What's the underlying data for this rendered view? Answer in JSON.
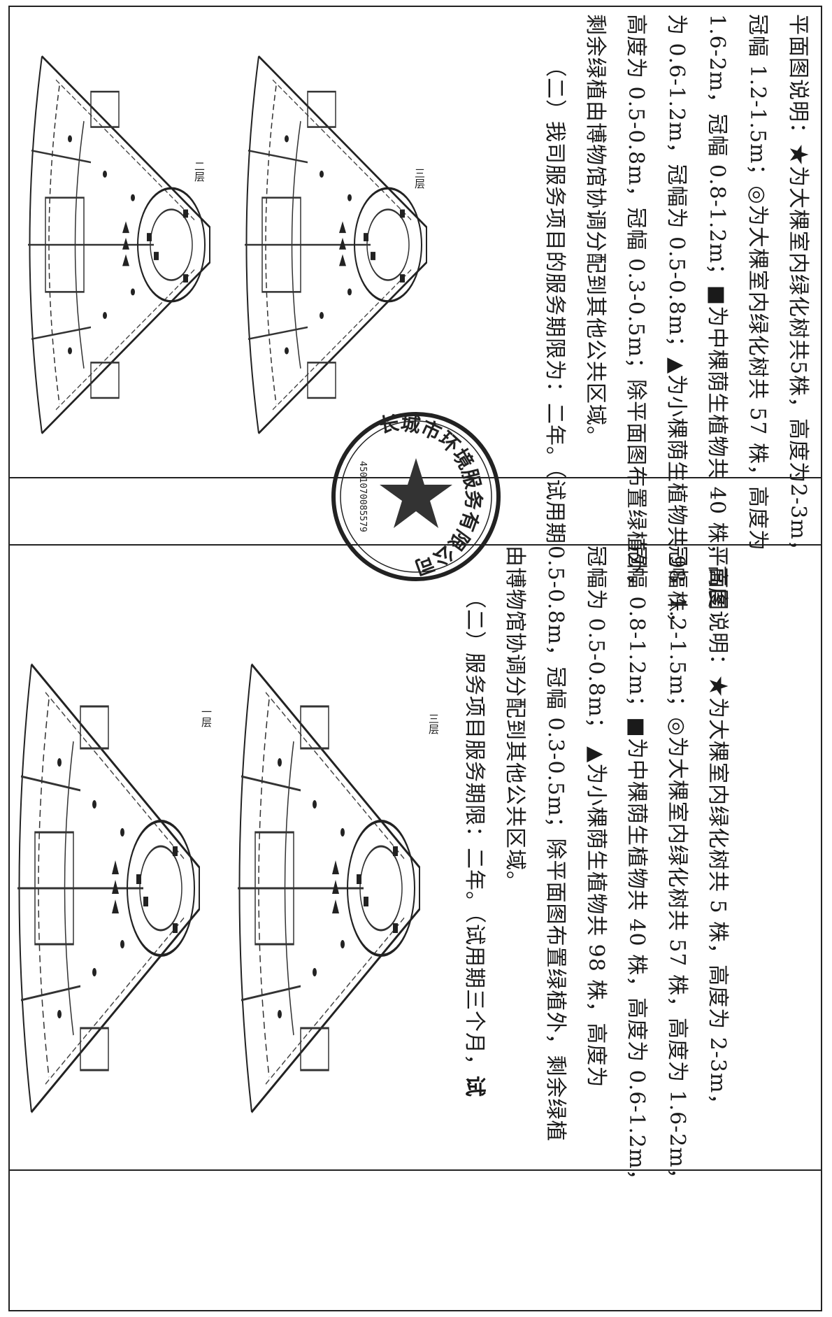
{
  "stamp": {
    "name": "长城市环境服务有限公司",
    "code": "4501070085579"
  },
  "floor_labels": {
    "upper_top": "二层",
    "upper_bottom": "三层",
    "lower_top": "一层",
    "lower_bottom": "三层"
  },
  "upper_section": {
    "lines": [
      "平面图说明：★为大棵室内绿化树共5株，高度为2-3m，",
      "冠幅 1.2-1.5m；◎为大棵室内绿化树共 57 株，高度为",
      "1.6-2m，冠幅 0.8-1.2m；■为中棵荫生植物共 40 株，高度",
      "为 0.6-1.2m，冠幅为 0.5-0.8m；▲为小棵荫生植物共 98 株，",
      "高度为 0.5-0.8m，冠幅 0.3-0.5m；除平面图布置绿植外，",
      "剩余绿植由博物馆协调分配到其他公共区域。"
    ],
    "service_line": "（二）我司服务项目的服务期限为：二年。（试用期"
  },
  "lower_section": {
    "lines": [
      "平面图说明：★为大棵室内绿化树共 5 株，高度为 2-3m，",
      "冠幅 1.2-1.5m；◎为大棵室内绿化树共 57 株，高度为 1.6-2m，",
      "冠幅 0.8-1.2m；■为中棵荫生植物共 40 株，高度为 0.6-1.2m，",
      "冠幅为 0.5-0.8m； ▲为小棵荫生植物共 98 株，高度为",
      "0.5-0.8m，冠幅 0.3-0.5m；除平面图布置绿植外，剩余绿植",
      "由博物馆协调分配到其他公共区域。"
    ],
    "service_line_start": "（二）服务项目服务期限：二年。（试用期三个月，",
    "service_line_bold": "试"
  }
}
